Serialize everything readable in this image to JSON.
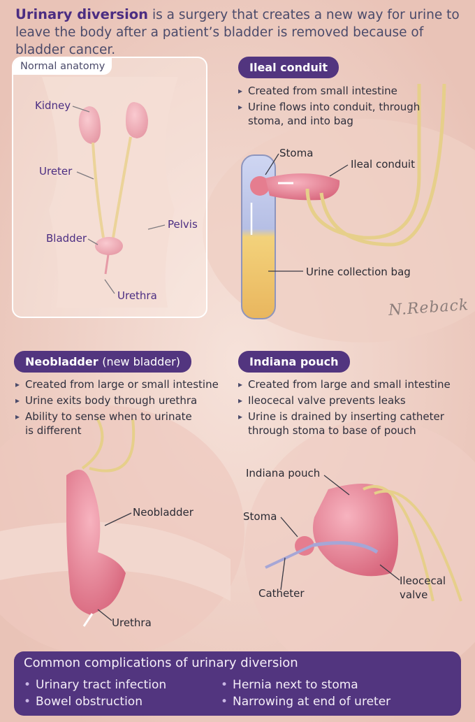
{
  "header": {
    "lead": "Urinary diversion",
    "text": " is a surgery that creates a new way for urine to leave the body after a patient’s bladder is removed because of bladder cancer."
  },
  "normal_anatomy": {
    "title": "Normal anatomy",
    "labels": {
      "kidney": "Kidney",
      "ureter": "Ureter",
      "bladder": "Bladder",
      "pelvis": "Pelvis",
      "urethra": "Urethra"
    }
  },
  "ileal_conduit": {
    "title": "Ileal conduit",
    "bullets": [
      "Created from small intestine",
      "Urine flows into conduit, through stoma, and into bag"
    ],
    "labels": {
      "stoma": "Stoma",
      "conduit": "Ileal conduit",
      "bag": "Urine collection bag"
    }
  },
  "signature": "N.Reback",
  "neobladder": {
    "title": "Neobladder",
    "subtitle": "(new bladder)",
    "bullets": [
      "Created from large or small intestine",
      "Urine exits body through urethra",
      "Ability to sense when to urinate is different"
    ],
    "labels": {
      "neobladder": "Neobladder",
      "urethra": "Urethra"
    }
  },
  "indiana_pouch": {
    "title": "Indiana pouch",
    "bullets": [
      "Created from large and small intestine",
      "Ileocecal valve prevents leaks",
      "Urine is drained by inserting catheter through stoma to base of pouch"
    ],
    "labels": {
      "pouch": "Indiana pouch",
      "stoma": "Stoma",
      "catheter": "Catheter",
      "valve_line1": "Ileocecal",
      "valve_line2": "valve"
    }
  },
  "complications": {
    "title": "Common complications of urinary diversion",
    "items": [
      "Urinary tract infection",
      "Bowel obstruction",
      "Hernia next to stoma",
      "Narrowing at end of ureter"
    ]
  }
}
